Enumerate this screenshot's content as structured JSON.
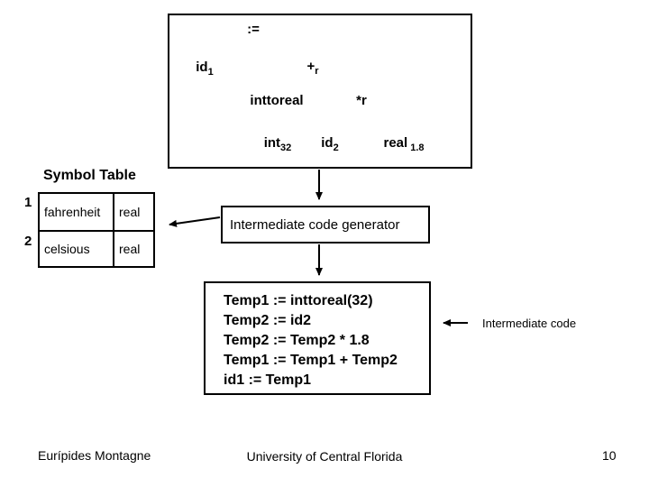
{
  "slide": {
    "background_color": "#ffffff",
    "ink_color": "#000000"
  },
  "tree": {
    "description": "annotated syntax tree",
    "nodes": {
      "assign": {
        "label": ":=",
        "sub": ""
      },
      "id1": {
        "label": "id",
        "sub": "1"
      },
      "plus_r": {
        "label": "+",
        "sub": "r"
      },
      "inttoreal": {
        "label": "inttoreal",
        "sub": ""
      },
      "star_r": {
        "label": "*r",
        "sub": ""
      },
      "int32": {
        "label": "int",
        "sub": "32"
      },
      "id2": {
        "label": "id",
        "sub": "2"
      },
      "real18": {
        "label": "real",
        "sub": "1.8"
      }
    }
  },
  "symbol_table": {
    "title": "Symbol Table",
    "rows": [
      {
        "index": "1",
        "name": "fahrenheit",
        "type": "real"
      },
      {
        "index": "2",
        "name": "celsious",
        "type": "real"
      }
    ]
  },
  "generator": {
    "label": "Intermediate code generator"
  },
  "code_box": {
    "lines": [
      "Temp1 := inttoreal(32)",
      "Temp2 := id2",
      "Temp2 := Temp2 * 1.8",
      "Temp1 := Temp1 + Temp2",
      "id1 := Temp1"
    ]
  },
  "intermediate_code_label": "Intermediate code",
  "footer": {
    "author": "Eurípides Montagne",
    "institution": "University of Central Florida",
    "page_number": "10"
  }
}
